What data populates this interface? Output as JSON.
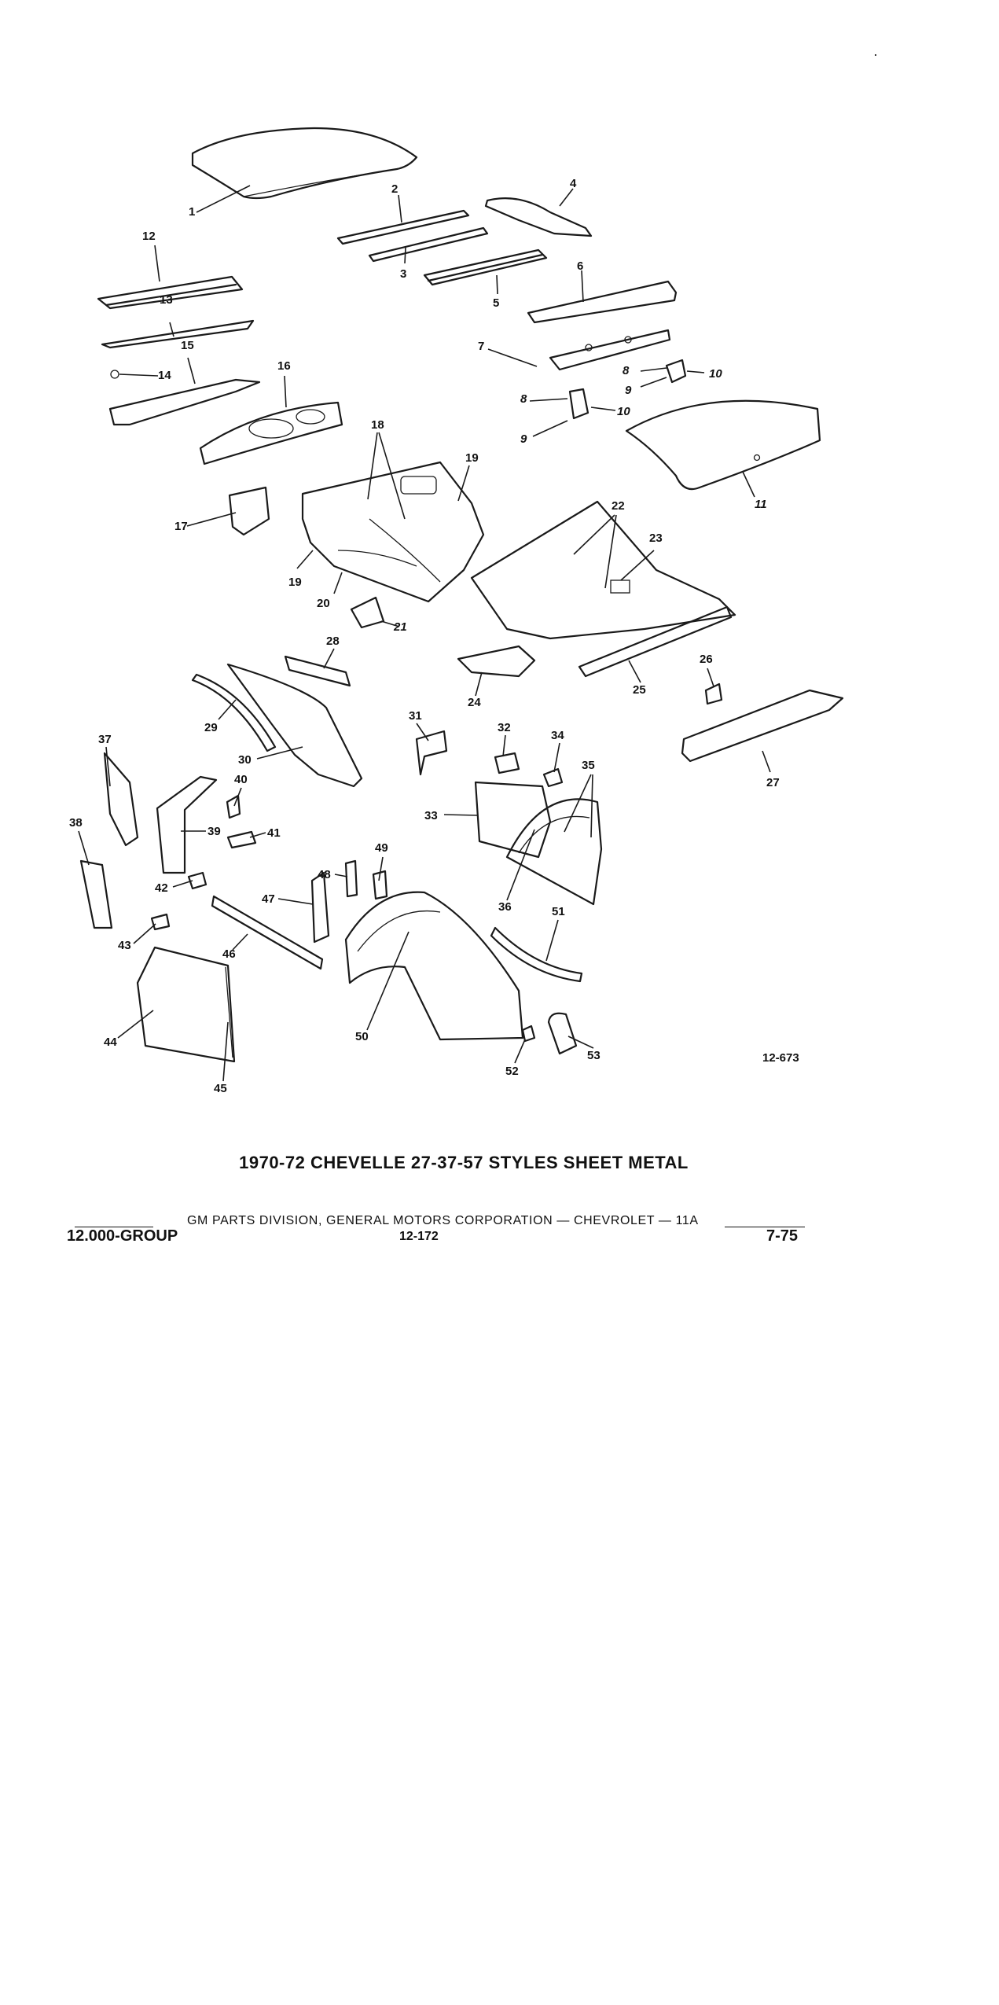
{
  "diagram": {
    "figure_number": "12-673",
    "callouts": [
      "1",
      "2",
      "3",
      "4",
      "5",
      "6",
      "7",
      "8",
      "8",
      "9",
      "9",
      "10",
      "10",
      "11",
      "12",
      "13",
      "14",
      "15",
      "16",
      "17",
      "18",
      "19",
      "19",
      "20",
      "21",
      "22",
      "23",
      "24",
      "25",
      "26",
      "27",
      "28",
      "29",
      "30",
      "31",
      "32",
      "33",
      "34",
      "35",
      "36",
      "37",
      "38",
      "39",
      "40",
      "41",
      "42",
      "43",
      "44",
      "45",
      "46",
      "47",
      "48",
      "49",
      "50",
      "51",
      "52",
      "53"
    ]
  },
  "caption": "1970-72 CHEVELLE 27-37-57 STYLES SHEET METAL",
  "footer": {
    "center_text": "GM PARTS DIVISION, GENERAL MOTORS CORPORATION — CHEVROLET — 11A",
    "group": "12.000-GROUP",
    "page_number": "12-172",
    "date": "7-75"
  }
}
